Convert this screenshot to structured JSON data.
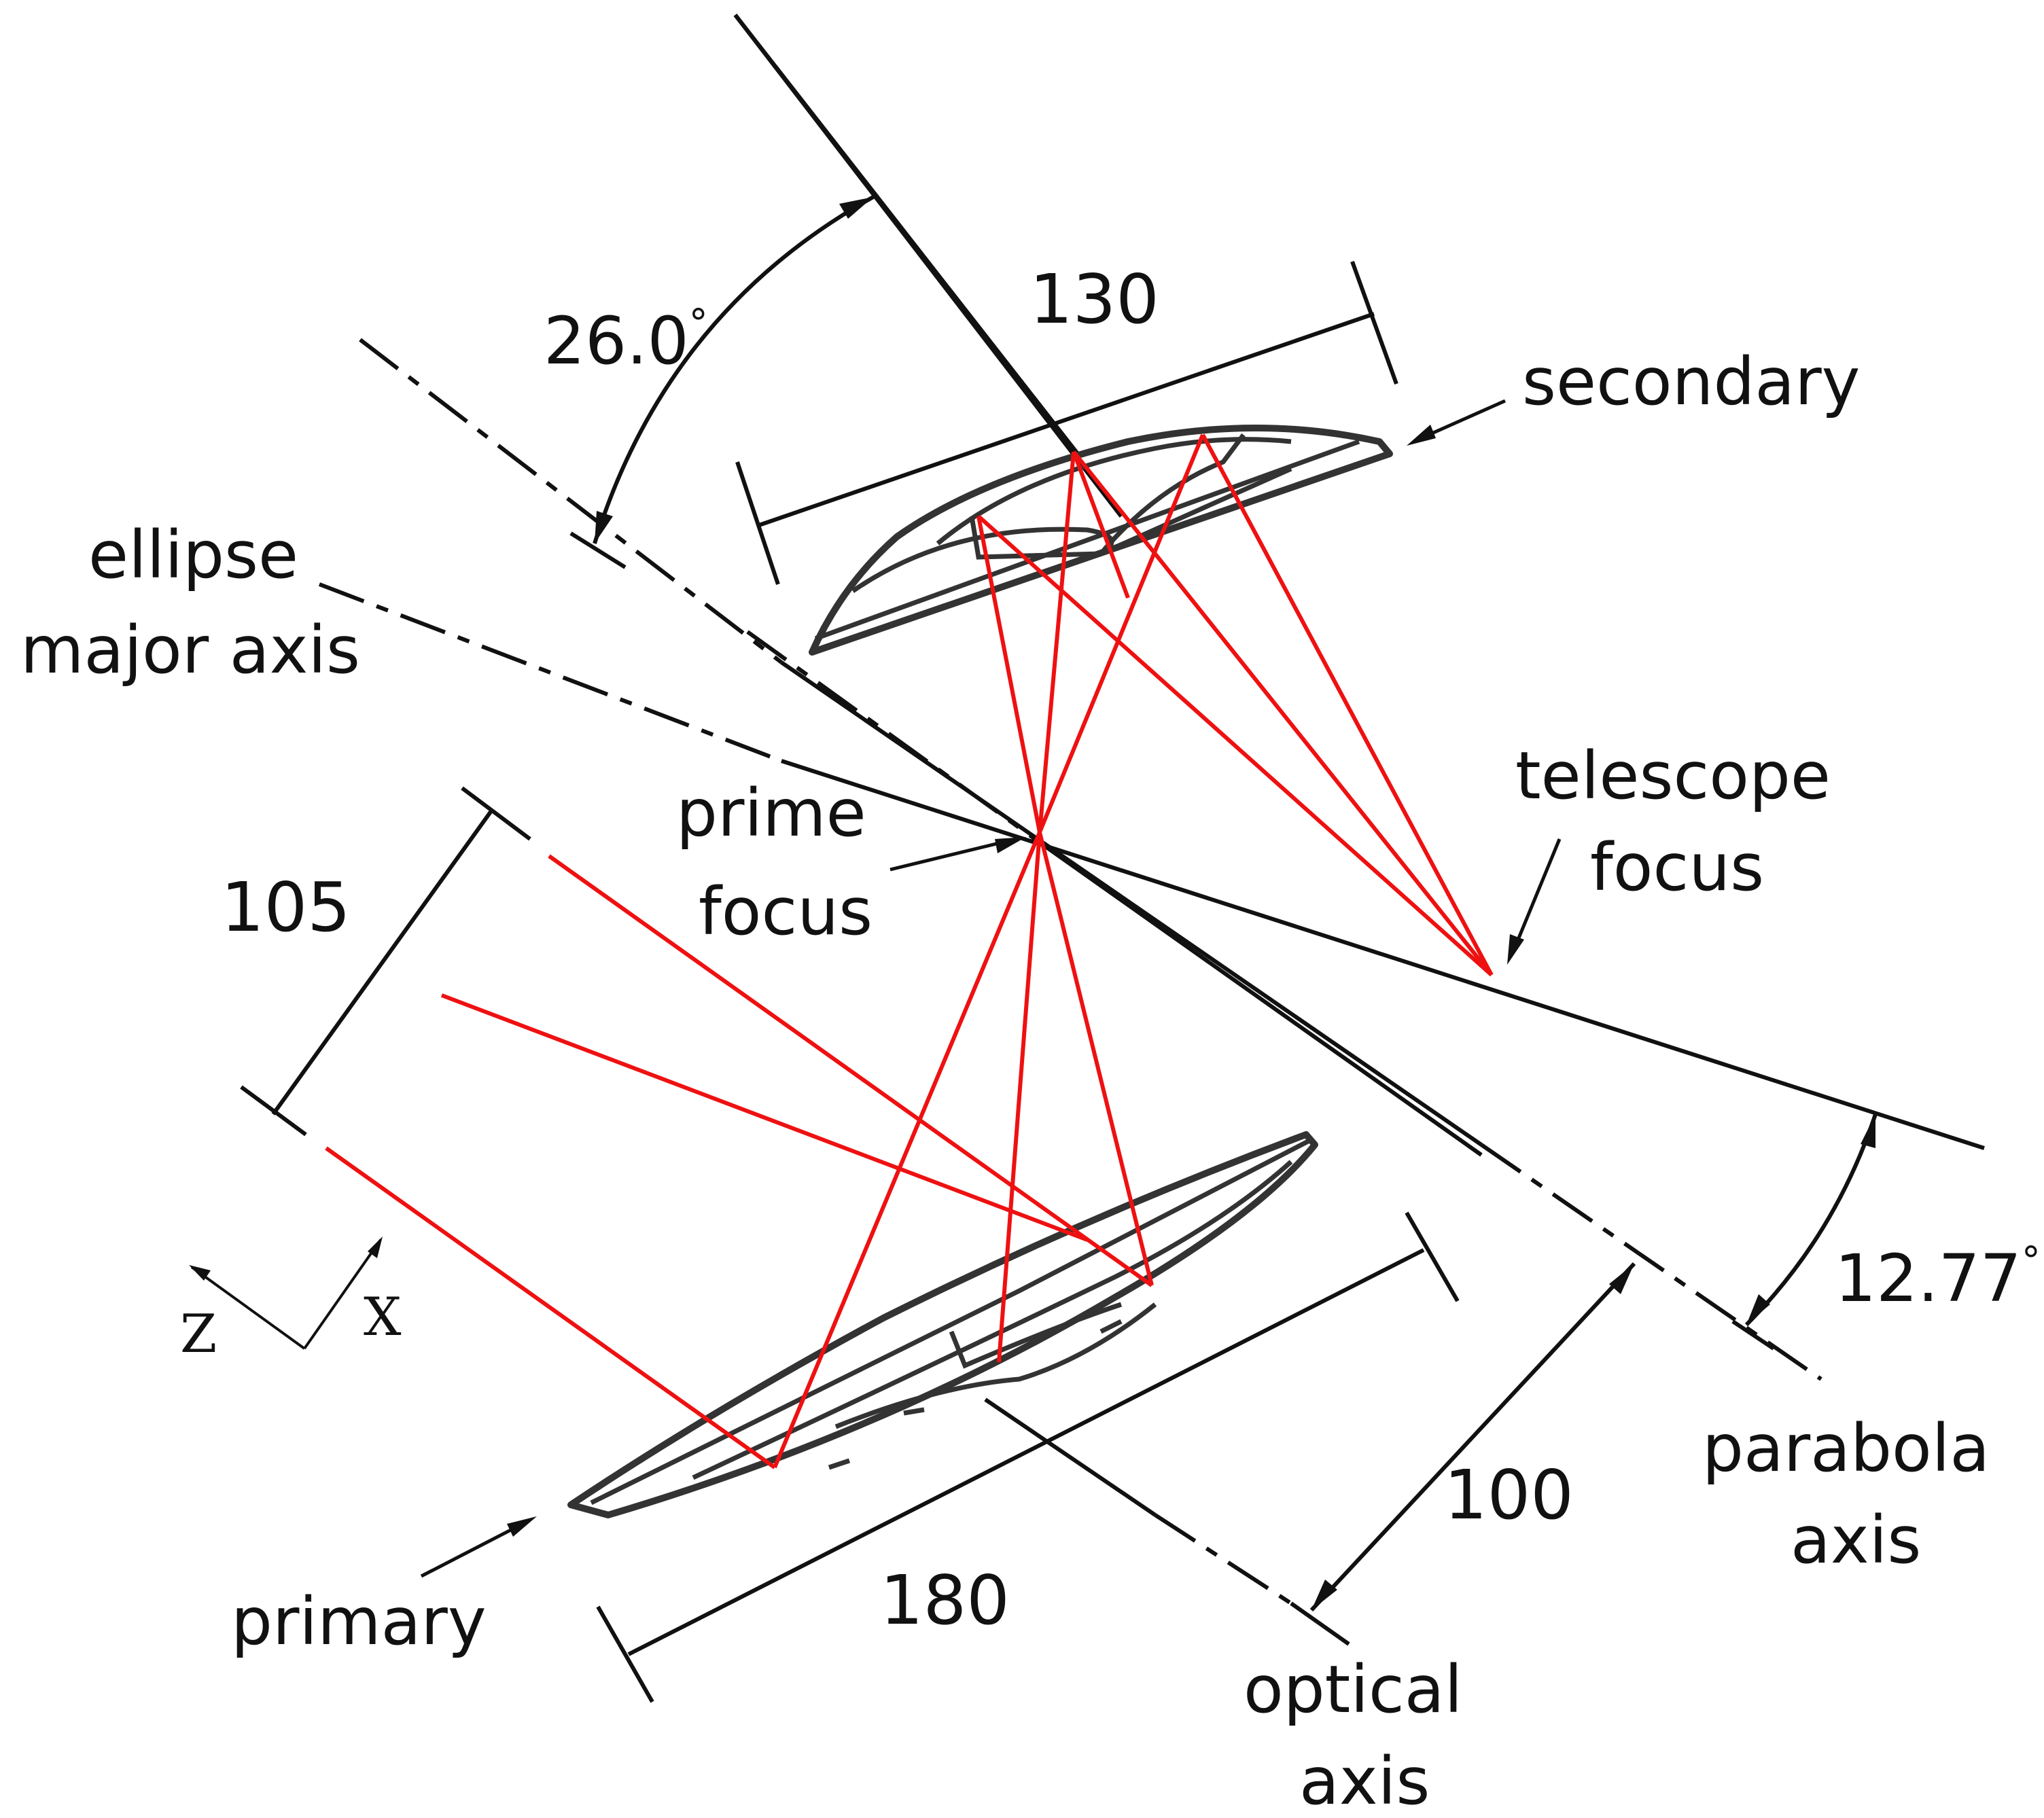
{
  "diagram": {
    "labels": {
      "ellipse_major_axis_line1": "ellipse",
      "ellipse_major_axis_line2": "major axis",
      "secondary": "secondary",
      "telescope_focus_line1": "telescope",
      "telescope_focus_line2": "focus",
      "prime_focus_line1": "prime",
      "prime_focus_line2": "focus",
      "parabola_axis_line1": "parabola",
      "parabola_axis_line2": "axis",
      "optical_axis_line1": "optical",
      "optical_axis_line2": "axis",
      "primary": "primary",
      "axis_z": "Z",
      "axis_x": "X"
    },
    "dimensions": {
      "angle_top": "26.0",
      "angle_right": "12.77",
      "degree_symbol": "°",
      "secondary_width": "130",
      "beam_width": "105",
      "primary_width": "180",
      "axis_offset": "100"
    },
    "colors": {
      "rays": "#ee1111",
      "lines": "#111111",
      "mirrors": "#333333"
    }
  }
}
